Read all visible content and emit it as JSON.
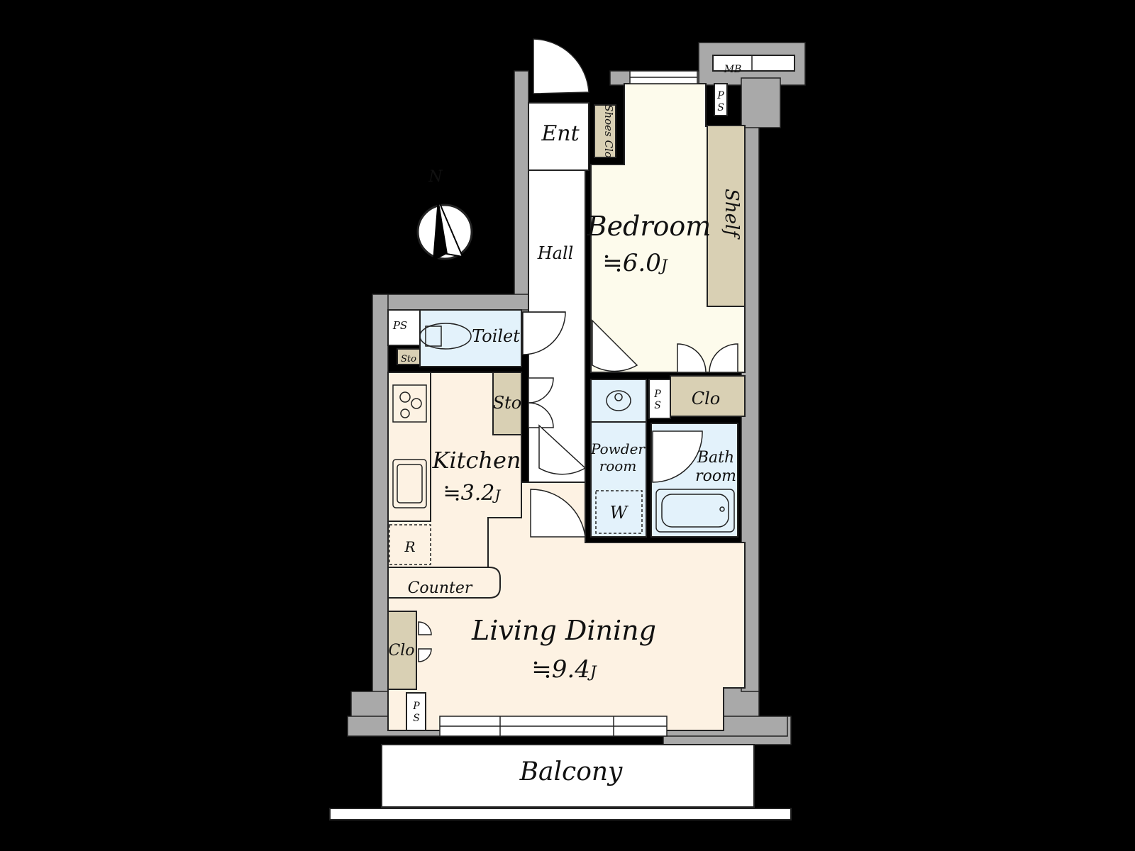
{
  "rooms": {
    "ent": "Ent",
    "shoes_clo": "Shoes Clo",
    "hall": "Hall",
    "bedroom": "Bedroom",
    "bedroom_area": "≒6.0",
    "bedroom_unit": "J",
    "shelf": "Shelf",
    "toilet": "Toilet",
    "toilet_sto": "Sto",
    "kitchen_sto": "Sto",
    "kitchen": "Kitchen",
    "kitchen_area": "≒3.2",
    "kitchen_unit": "J",
    "powder_room_1": "Powder",
    "powder_room_2": "room",
    "washer": "W",
    "bath_room_1": "Bath",
    "bath_room_2": "room",
    "bedroom_clo": "Clo",
    "fridge": "R",
    "counter": "Counter",
    "living_dining": "Living Dining",
    "living_area": "≒9.4",
    "living_unit": "J",
    "living_clo": "Clo",
    "balcony": "Balcony"
  },
  "fixtures": {
    "mb": "MB",
    "ps_top": [
      "P",
      "S"
    ],
    "ps_toilet": "PS",
    "ps_powder": [
      "P",
      "S"
    ],
    "ps_living": [
      "P",
      "S"
    ]
  },
  "compass": {
    "north": "N"
  },
  "colors": {
    "bedroom": "#fdfbec",
    "living": "#fdf2e3",
    "wet": "#e3f2fb",
    "storage": "#d9d0b4",
    "wall": "#a9a9a9",
    "white": "#ffffff"
  }
}
